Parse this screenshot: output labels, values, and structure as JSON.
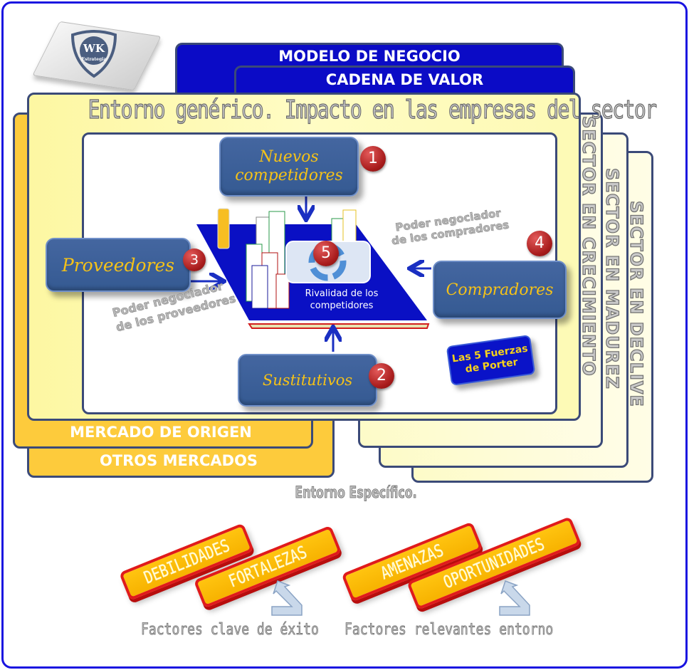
{
  "logo": {
    "line1": "WK",
    "line2": "Estrategia"
  },
  "bands": {
    "modelo_negocio": "MODELO DE NEGOCIO",
    "cadena_valor": "CADENA DE VALOR"
  },
  "sectors": {
    "crecimiento": "SECTOR EN CRECIMIENTO",
    "madurez": "SECTOR EN MADUREZ",
    "declive": "SECTOR EN DECLIVE"
  },
  "markets": {
    "origen": "MERCADO DE ORIGEN",
    "otros": "OTROS MERCADOS"
  },
  "generic_environment_title": "Entorno genérico. Impacto en las empresas del sector",
  "forces": {
    "nuevos": {
      "label_line1": "Nuevos",
      "label_line2": "competidores",
      "number": "1"
    },
    "sustitutivos": {
      "label": "Sustitutivos",
      "number": "2"
    },
    "proveedores": {
      "label": "Proveedores",
      "number": "3"
    },
    "compradores": {
      "label": "Compradores",
      "number": "4"
    },
    "rivalidad": {
      "label_line1": "Rivalidad de los",
      "label_line2": "competidores",
      "number": "5"
    }
  },
  "annotations": {
    "poder_compradores_1": "Poder negociador",
    "poder_compradores_2": "de los compradores",
    "poder_proveedores_1": "Poder negociador",
    "poder_proveedores_2": "de los proveedores"
  },
  "porter_badge": {
    "line1": "Las 5 Fuerzas",
    "line2": "de Porter"
  },
  "specific_environment": "Entorno Específico.",
  "swot": {
    "debilidades": "DEBILIDADES",
    "fortalezas": "FORTALEZAS",
    "amenazas": "AMENAZAS",
    "oportunidades": "OPORTUNIDADES"
  },
  "factors": {
    "internal": "Factores clave de éxito",
    "external": "Factores relevantes entorno"
  },
  "colors": {
    "frame_border": "#1a14e0",
    "band_blue": "#0b0bc6",
    "card_border": "#3b4a78",
    "generic_yellow": "#fffcc4",
    "market_orange": "#fdcb3c",
    "force_box": "#3c5f98",
    "force_text": "#f5c218",
    "badge_red": "#a81c1c",
    "swot_fill": "#ffc410",
    "swot_border": "#e01b1b"
  }
}
